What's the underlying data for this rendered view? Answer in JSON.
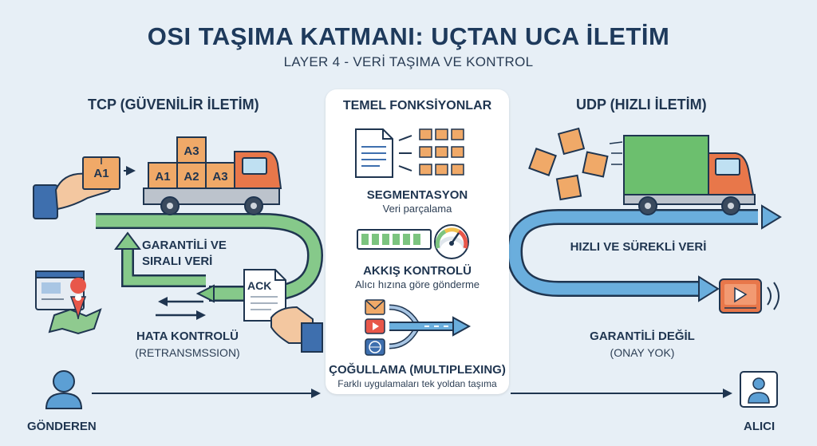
{
  "title": "OSI TAŞIMA KATMANI: UÇTAN UCA İLETİM",
  "subtitle": "LAYER 4 - VERİ TAŞIMA VE KONTROL",
  "tcp": {
    "heading": "TCP (GÜVENİLİR İLETİM)",
    "packet_hand": "A1",
    "boxes": [
      "A3",
      "A1",
      "A2",
      "A3"
    ],
    "guaranteed_line1": "GARANTİLİ VE",
    "guaranteed_line2": "SIRALI VERİ",
    "ack": "ACK",
    "error_title": "HATA KONTROLÜ",
    "error_sub": "(RETRANSMSSION)"
  },
  "center": {
    "heading": "TEMEL FONKSİYONLAR",
    "segmentation_title": "SEGMENTASYON",
    "segmentation_sub": "Veri parçalama",
    "flow_title": "AKKIŞ KONTROLÜ",
    "flow_sub": "Alıcı hızına göre gönderme",
    "mux_title": "ÇOĞULLAMA (MULTIPLEXING)",
    "mux_sub": "Farklı uygulamaları tek yoldan taşıma"
  },
  "udp": {
    "heading": "UDP (HIZLI İLETİM)",
    "fast_label": "HIZLI VE SÜREKLİ VERİ",
    "not_guaranteed_title": "GARANTİLİ DEĞİL",
    "not_guaranteed_sub": "(ONAY YOK)"
  },
  "sender": "GÖNDEREN",
  "receiver": "ALICI",
  "colors": {
    "tcp_green": "#7cc47f",
    "udp_blue": "#5fa6d8",
    "box_orange": "#f0a968",
    "truck_orange": "#e8774a",
    "udp_truck_green": "#6cbf6e",
    "navy": "#1f3550"
  }
}
